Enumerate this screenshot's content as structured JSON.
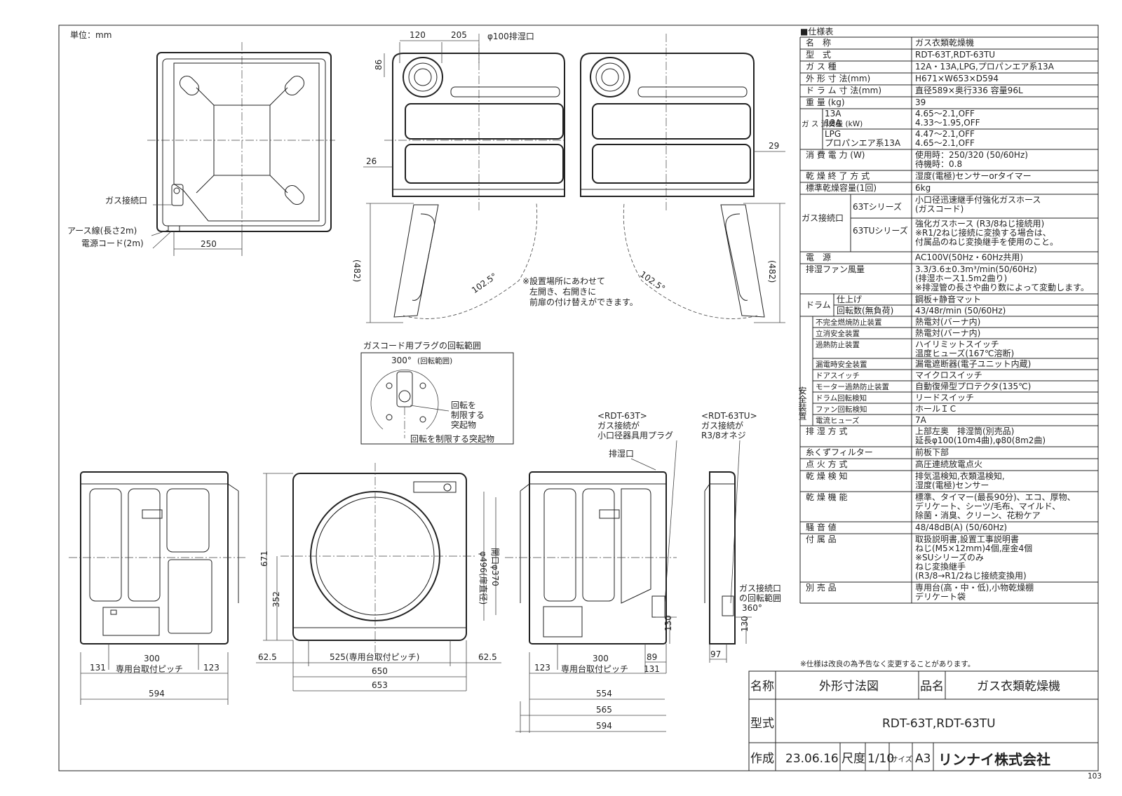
{
  "unit_label": "単位：mm",
  "page_number": "103",
  "footnote": "※仕様は改良の為予告なく変更することがあります。",
  "spec_title": "■仕様表",
  "specs": [
    [
      "名　称",
      "ガス衣類乾燥機"
    ],
    [
      "型　式",
      "RDT-63T,RDT-63TU"
    ],
    [
      "ガ ス 種",
      "12A・13A,LPG,プロパンエア系13A"
    ],
    [
      "外 形 寸 法(mm)",
      "H671×W653×D594"
    ],
    [
      "ド ラ ム 寸 法(mm)",
      "直径589×奥行336 容量96L"
    ],
    [
      "重 量 (kg)",
      "39"
    ]
  ],
  "gas_consumption": {
    "label": "ガ ス 消費量 (kW)",
    "rows": [
      [
        "13A",
        "4.65〜2.1,OFF"
      ],
      [
        "12A",
        "4.33〜1.95,OFF"
      ],
      [
        "LPG",
        "4.47〜2.1,OFF"
      ],
      [
        "プロパンエア系13A",
        "4.65〜2.1,OFF"
      ]
    ]
  },
  "specs2": [
    [
      "消 費 電 力 (W)",
      "使用時：250/320 (50/60Hz)",
      "待機時：0.8"
    ],
    [
      "乾 燥 終 了 方 式",
      "湿度(電極)センサーorタイマー",
      ""
    ],
    [
      "標準乾燥容量(1回)",
      "6kg",
      ""
    ]
  ],
  "gas_connection": {
    "label": "ガス接続口",
    "rows": [
      [
        "63Tシリーズ",
        "小口径迅速継手付強化ガスホース",
        "(ガスコード)",
        ""
      ],
      [
        "63TUシリーズ",
        "強化ガスホース (R3/8ねじ接続用)",
        "※R1/2ねじ接続に変換する場合は、",
        "付属品のねじ変換継手を使用のこと。"
      ]
    ]
  },
  "specs3": [
    [
      "電　源",
      "AC100V(50Hz・60Hz共用)",
      "",
      ""
    ],
    [
      "排湿ファン風量",
      "3.3/3.6±0.3m³/min(50/60Hz)",
      "(排湿ホース1.5m2曲り)",
      "※排湿管の長さや曲り数によって変動します。"
    ]
  ],
  "drum": {
    "label": "ドラム",
    "rows": [
      [
        "仕上げ",
        "鋼板+静音マット"
      ],
      [
        "回転数(無負荷)",
        "43/48r/min (50/60Hz)"
      ]
    ]
  },
  "safety": {
    "label": "安全装置",
    "rows": [
      [
        "不完全燃焼防止装置",
        "熱電対(バーナ内)",
        ""
      ],
      [
        "立消安全装置",
        "熱電対(バーナ内)",
        ""
      ],
      [
        "過熱防止装置",
        "ハイリミットスイッチ",
        "温度ヒューズ(167℃溶断)"
      ],
      [
        "漏電時安全装置",
        "漏電遮断器(電子ユニット内蔵)",
        ""
      ],
      [
        "ドアスイッチ",
        "マイクロスイッチ",
        ""
      ],
      [
        "モーター過熱防止装置",
        "自動復帰型プロテクタ(135℃)",
        ""
      ],
      [
        "ドラム回転検知",
        "リードスイッチ",
        ""
      ],
      [
        "ファン回転検知",
        "ホールＩＣ",
        ""
      ],
      [
        "電流ヒューズ",
        "7A",
        ""
      ]
    ]
  },
  "specs4": [
    [
      "排 湿 方 式",
      "上部左奥　排湿筒(別売品)",
      "延長φ100(10m4曲),φ80(8m2曲)",
      "",
      ""
    ],
    [
      "糸くずフィルター",
      "前板下部",
      "",
      "",
      ""
    ],
    [
      "点 火 方 式",
      "高圧連続放電点火",
      "",
      "",
      ""
    ],
    [
      "乾 燥 検 知",
      "排気温検知,衣類温検知,",
      "湿度(電極)センサー",
      "",
      ""
    ],
    [
      "乾 燥 機 能",
      "標準、タイマー(最長90分)、エコ、厚物、",
      "デリケート、シーツ/毛布、マイルド、",
      "除菌・消臭、クリーン、花粉ケア",
      "",
      ""
    ],
    [
      "騒 音 値",
      "48/48dB(A) (50/60Hz)",
      "",
      "",
      ""
    ],
    [
      "付 属 品",
      "取扱説明書,設置工事説明書",
      "ねじ(M5×12mm)4個,座金4個",
      "※SUシリーズのみ",
      "ねじ変換継手",
      "(R3/8→R1/2ねじ接続変換用)"
    ],
    [
      "別 売 品",
      "専用台(高・中・低),小物乾燥棚",
      "デリケート袋",
      "",
      "",
      ""
    ]
  ],
  "title_block": {
    "name_label": "名称",
    "name_value": "外形寸法図",
    "product_label": "品名",
    "product_value": "ガス衣類乾燥機",
    "model_label": "型式",
    "model_value": "RDT-63T,RDT-63TU",
    "made_label": "作成",
    "made_value": "23.06.16",
    "scale_label": "尺度",
    "scale_value": "1/10",
    "size_label": "サイズ",
    "size_value": "A3",
    "company": "リンナイ株式会社"
  },
  "labels": {
    "gas_inlet": "ガス接続口",
    "earth": "アース線(長さ2m)",
    "cord": "電源コード(2m)",
    "exhaust_top": "φ100排湿口",
    "door_note": [
      "※設置場所にあわせて",
      "左開き、右開きに",
      "前扉の付け替えができます。"
    ],
    "plug_title": "ガスコード用プラグの回転範囲",
    "plug_angle": "300°",
    "plug_angle_note": "(回転範囲)",
    "plug_stop": [
      "回転を",
      "制限する",
      "突起物"
    ],
    "plug_stop2": "回転を制限する突起物",
    "t_title": "<RDT-63T>",
    "t_desc": [
      "ガス接続が",
      "小口径器具用プラグ"
    ],
    "tu_title": "<RDT-63TU>",
    "tu_desc": [
      "ガス接続が",
      "R3/8オネジ"
    ],
    "exhaust_side": "排湿口",
    "inlet_range": [
      "ガス接続口",
      "の回転範囲",
      "360°"
    ],
    "door_open": "開口φ370",
    "door_glass": "φ496(扉直径)",
    "pitch300": "300",
    "pitch_label": "専用台取付ピッチ",
    "pitch525": "525(専用台取付ピッチ)",
    "angle": "102.5°"
  },
  "dims": {
    "d120": "120",
    "d205": "205",
    "d86": "86",
    "d26": "26",
    "d29": "29",
    "d482": "(482)",
    "d250": "250",
    "d131": "131",
    "d123": "123",
    "d594": "594",
    "d62_5": "62.5",
    "d650": "650",
    "d653": "653",
    "d671": "671",
    "d352": "352",
    "d130": "130",
    "d89": "89",
    "d554": "554",
    "d565": "565",
    "d97": "97"
  }
}
